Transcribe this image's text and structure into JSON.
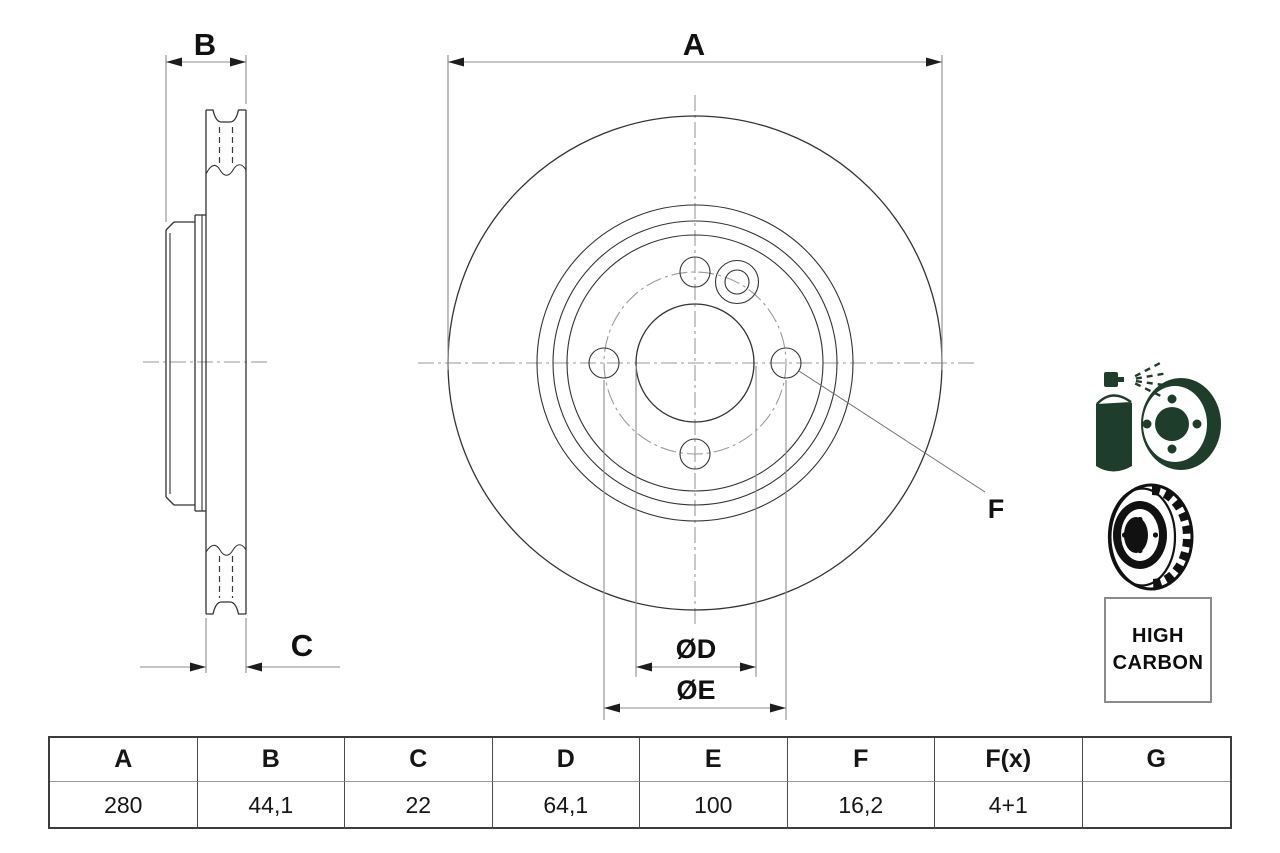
{
  "drawing": {
    "labels": {
      "a": "A",
      "b": "B",
      "c": "C",
      "f": "F",
      "dd": "ØD",
      "de": "ØE"
    }
  },
  "stamp": {
    "line1": "HIGH",
    "line2": "CARBON"
  },
  "icons": {
    "spray": "spray-coated-disc-icon",
    "vented": "vented-brake-disc-icon"
  },
  "colors": {
    "icon_green": "#1f3d2b",
    "outline": "#333333",
    "dim_gray": "#8d8d8d",
    "ink": "#111111"
  },
  "table": {
    "headers": [
      "A",
      "B",
      "C",
      "D",
      "E",
      "F",
      "F(x)",
      "G"
    ],
    "values": [
      "280",
      "44,1",
      "22",
      "64,1",
      "100",
      "16,2",
      "4+1",
      ""
    ]
  }
}
